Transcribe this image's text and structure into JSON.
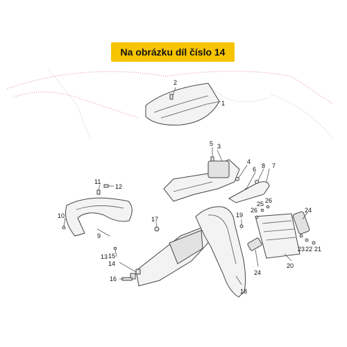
{
  "banner": {
    "text": "Na obrázku díl číslo 14"
  },
  "callouts": [
    "1",
    "2",
    "3",
    "4",
    "5",
    "6",
    "7",
    "8",
    "9",
    "10",
    "11",
    "12",
    "13",
    "14",
    "15",
    "16",
    "17",
    "18",
    "19",
    "20",
    "21",
    "22",
    "23",
    "24",
    "24",
    "25",
    "26",
    "26"
  ]
}
